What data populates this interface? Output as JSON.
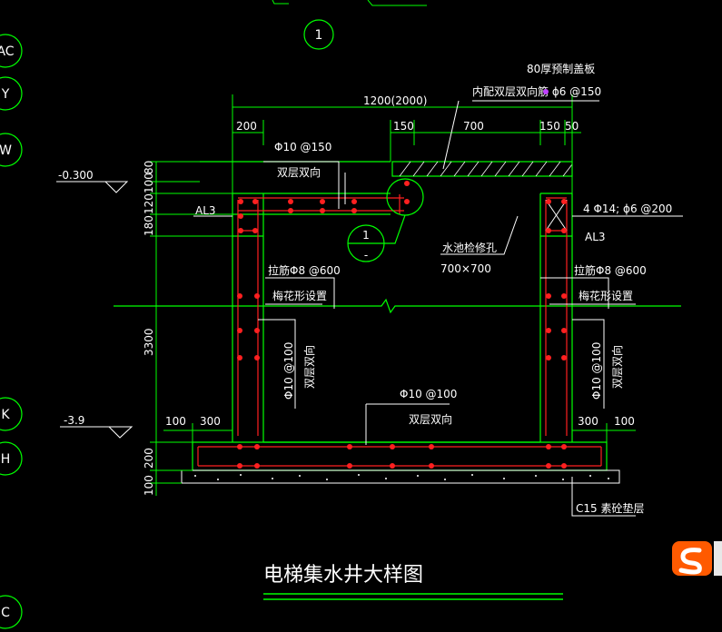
{
  "axes": {
    "top_label": "1",
    "left_labels": [
      "AC",
      "Y",
      "W",
      "K",
      "H",
      "C"
    ]
  },
  "top_fragments": {
    "left": "…",
    "right": "…"
  },
  "cover_plate": {
    "line1": "80厚预制盖板",
    "line2": "内配双层双向筋 ɸ6 @150"
  },
  "dims": {
    "overall": "1200(2000)",
    "top_left": "200",
    "top_mid_a": "150",
    "top_mid_b": "700",
    "top_right_a": "150",
    "top_right_b": "50",
    "left_v1": "180",
    "left_v2": "120",
    "left_v3": "100",
    "left_v4": "80",
    "left_main": "3300",
    "left_bottom1": "200",
    "left_bottom2": "100",
    "bottom_left_a": "100",
    "bottom_left_b": "300",
    "bottom_right_a": "300",
    "bottom_right_b": "100"
  },
  "elevations": {
    "top": "-0.300",
    "bottom": "-3.9"
  },
  "notes": {
    "slab_bar": "Φ10 @150",
    "slab_bar_sub": "双层双向",
    "beam_left": "AL3",
    "beam_right": "AL3",
    "beam_right_rebar": "4 Φ14; ɸ6 @200",
    "hole": "水池检修孔",
    "hole_size": "700×700",
    "tie_left": "拉筋Φ8 @600",
    "tie_left_sub": "梅花形设置",
    "tie_right": "拉筋Φ8 @600",
    "tie_right_sub": "梅花形设置",
    "wall_left_bar": "Φ10 @100",
    "wall_left_sub": "双层双向",
    "wall_right_bar": "Φ10 @100",
    "wall_right_sub": "双层双向",
    "bottom_bar": "Φ10 @100",
    "bottom_bar_sub": "双层双向",
    "cushion": "C15 素砼垫层",
    "detail_num": "1",
    "detail_sub": "-"
  },
  "title": "电梯集水井大样图",
  "colors": {
    "background": "#000000",
    "green": "#00ff00",
    "red": "#ff2020",
    "white": "#ffffff",
    "purple": "#c040ff",
    "logo": "#ff5a00"
  }
}
